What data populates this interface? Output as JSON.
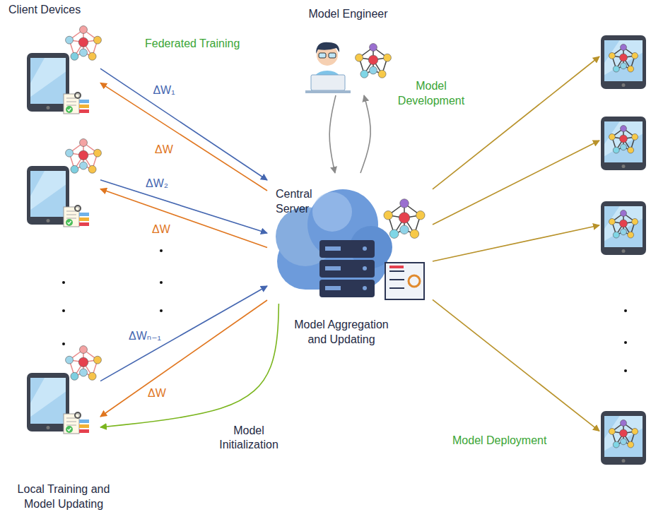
{
  "diagram": {
    "nodes": [
      {
        "text": []
      },
      {
        "text": [
          "Model Engineer"
        ]
      },
      {
        "text": []
      },
      {
        "text": [
          "Central Server",
          "Model Aggregation and Updating"
        ]
      },
      {
        "text": [
          "Local Training and Model Updating"
        ]
      },
      {
        "text": []
      },
      {
        "text": []
      },
      {
        "text": []
      },
      {
        "text": []
      }
    ],
    "edges": [
      {
        "from": 0,
        "to": 3,
        "arrow": "to",
        "label": "ΔW₁"
      },
      {
        "from": 3,
        "to": 0,
        "arrow": "to",
        "label": "ΔW"
      },
      {
        "from": 2,
        "to": 3,
        "arrow": "to",
        "label": "ΔW₂"
      },
      {
        "from": 3,
        "to": 2,
        "arrow": "to",
        "label": "ΔW"
      },
      {
        "from": 4,
        "to": 3,
        "arrow": "to",
        "label": "ΔWₙ₋₁"
      },
      {
        "from": 3,
        "to": 4,
        "arrow": "to",
        "label": "ΔW"
      },
      {
        "from": 3,
        "to": 4,
        "arrow": "to",
        "label": "Model Initialization"
      },
      {
        "from": 1,
        "to": 3,
        "arrow": "to"
      },
      {
        "from": 3,
        "to": 1,
        "arrow": "to"
      },
      {
        "from": 3,
        "to": 5,
        "arrow": "to"
      },
      {
        "from": 3,
        "to": 6,
        "arrow": "to"
      },
      {
        "from": 3,
        "to": 7,
        "arrow": "to"
      },
      {
        "from": 3,
        "to": 8,
        "arrow": "to"
      }
    ],
    "labels": [
      "Client Devices",
      "Federated Training",
      "Model Development",
      "Model Deployment"
    ]
  }
}
